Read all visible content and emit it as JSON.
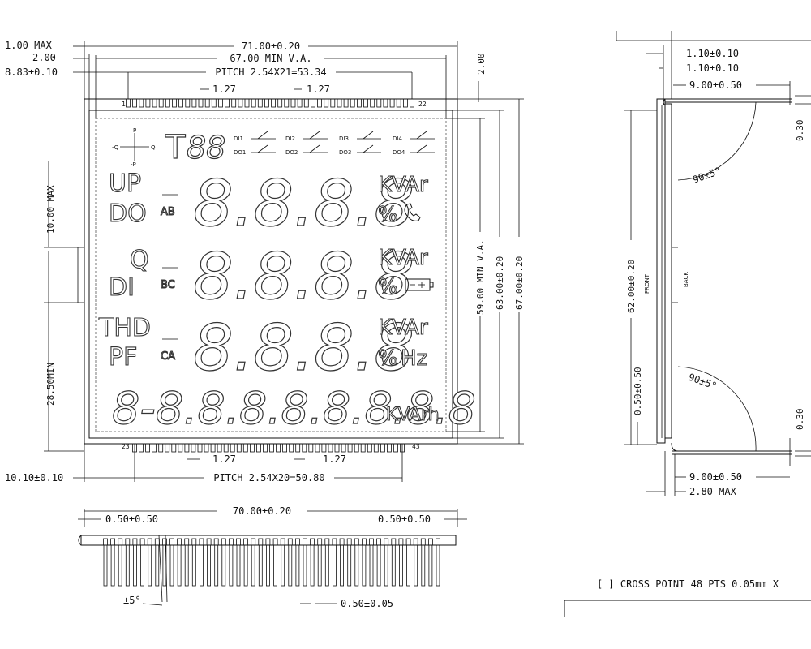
{
  "dimensions": {
    "left_top": {
      "max": "1.00 MAX",
      "two": "2.00",
      "offset": "8.83±0.10"
    },
    "width_outer": "71.00±0.20",
    "width_va": "67.00 MIN V.A.",
    "pitch_top": "PITCH 2.54X21=53.34",
    "pitch_bottom": "PITCH 2.54X20=50.80",
    "pin_gap": "1.27",
    "right_two": "2.00",
    "pin_length": "10.00 MAX",
    "lower_left": "28.50MIN",
    "bottom_left": "10.10±0.10",
    "height_va": "59.00 MIN V.A.",
    "height_glass": "63.00±0.20",
    "height_outer": "67.00±0.20",
    "bottom_view_width": "70.00±0.20",
    "bottom_view_left": "0.50±0.50",
    "bottom_view_right": "0.50±0.50",
    "angle_small": "±5°",
    "pin_width": "0.50±0.05"
  },
  "pins": {
    "first": "1",
    "second": "22",
    "third": "23",
    "fourth": "43"
  },
  "lcd": {
    "quadrant": {
      "p": "P",
      "q_left": "-Q",
      "q_right": "Q",
      "p_bottom": "-P"
    },
    "t_label": "T",
    "t_digits": "88",
    "io_top": [
      "DI1",
      "DI2",
      "DI3",
      "DI4"
    ],
    "io_bottom": [
      "DO1",
      "DO2",
      "DO3",
      "DO4"
    ],
    "row1": {
      "left_top": "UP",
      "left_bottom": "DO",
      "phase": "AB",
      "digits": "8.8.8.8",
      "unit": "KVAr",
      "percent": "%"
    },
    "row2": {
      "left_top": "Q",
      "left_bottom": "DI",
      "phase": "BC",
      "digits": "8.8.8.8",
      "unit": "KVAr",
      "percent": "%"
    },
    "row3": {
      "left_top": "THD",
      "left_bottom": "PF",
      "phase": "CA",
      "digits": "8.8.8.8",
      "unit": "KVAr",
      "percent": "%",
      "freq": "Hz"
    },
    "row4": {
      "digits": "8-8.8.8.8.8.8.8.8",
      "unit": "KVArh"
    }
  },
  "side_view": {
    "t1": "1.10±0.10",
    "t2": "1.10±0.10",
    "top_pin": "9.00±0.50",
    "right_top": "0.30",
    "angle_top": "90±5°",
    "height": "62.00±0.20",
    "front": "FRONT",
    "back": "BACK",
    "lower": "0.50±0.50",
    "angle_bottom": "90±5°",
    "right_bottom": "0.30",
    "bottom_pin": "9.00±0.50",
    "max": "2.80 MAX"
  },
  "note": "[ ] CROSS POINT 48 PTS 0.05mm X"
}
